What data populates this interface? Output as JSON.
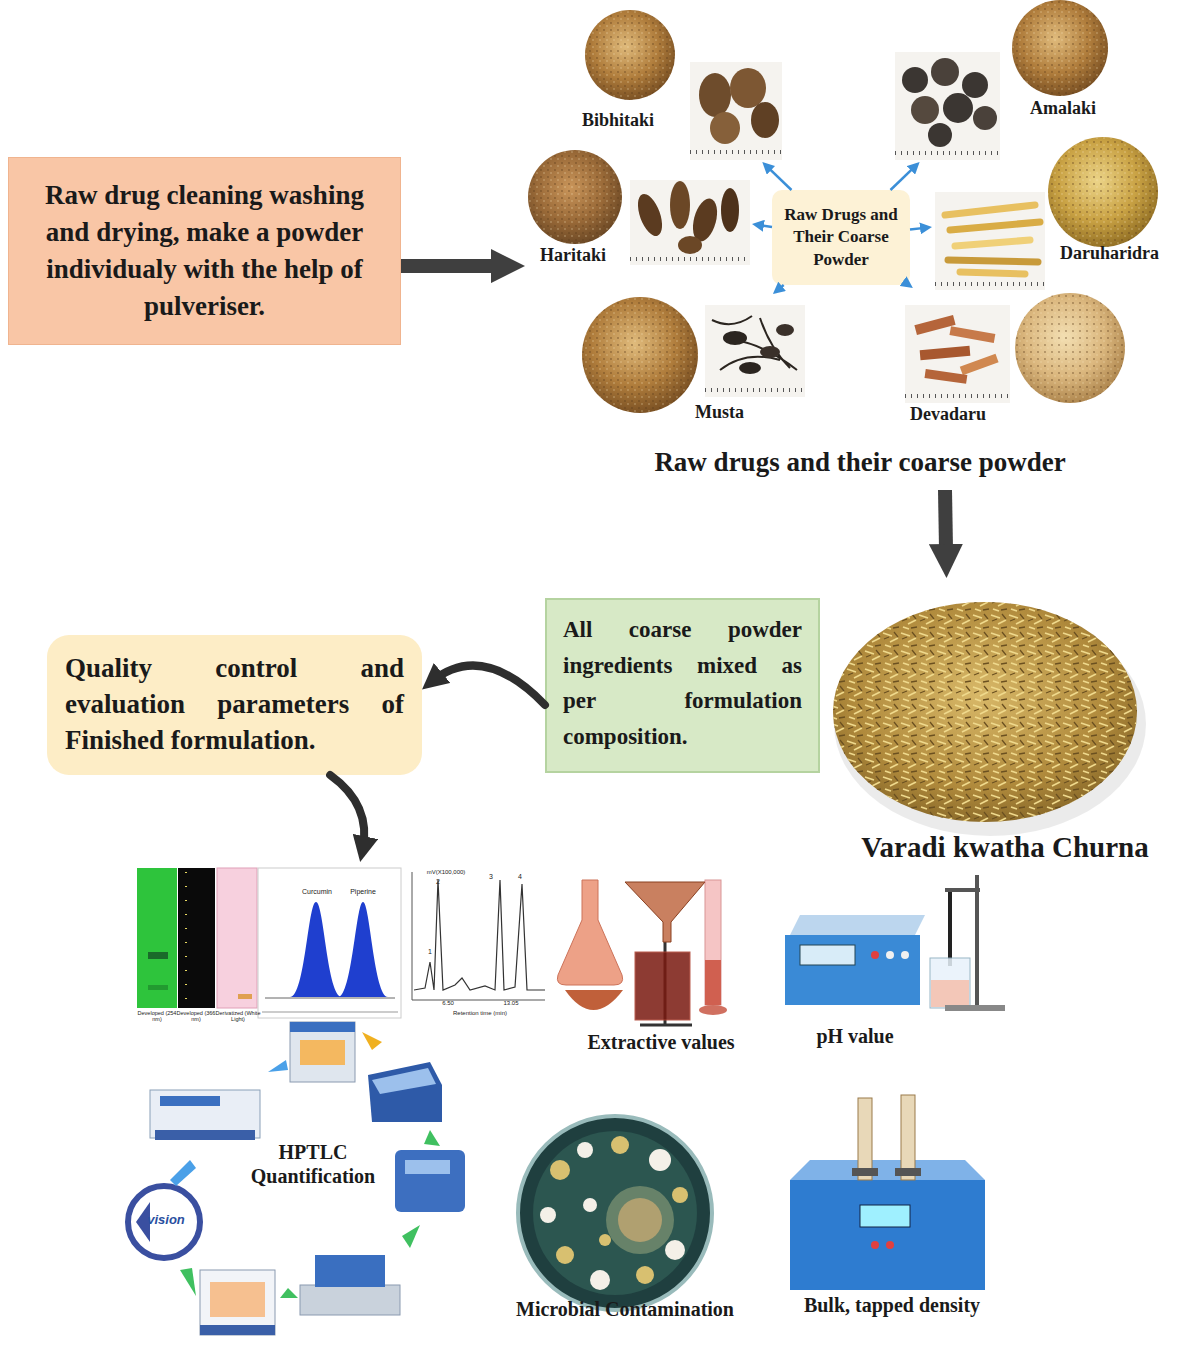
{
  "diagram": {
    "nodes": [
      {
        "text": [
          "Raw drug cleaning washing and drying, make a powder individualy with the help of pulveriser."
        ]
      },
      {
        "text": [
          "Raw drugs and their coarse powder"
        ]
      },
      {
        "text": [
          "Raw Drugs and Their Coarse Powder"
        ],
        "in": 1
      },
      {
        "text": [
          "Bibhitaki"
        ],
        "in": 1
      },
      {
        "text": [
          "Amalaki"
        ],
        "in": 1
      },
      {
        "text": [
          "Haritaki"
        ],
        "in": 1
      },
      {
        "text": [
          "Daruharidra"
        ],
        "in": 1
      },
      {
        "text": [
          "Musta"
        ],
        "in": 1
      },
      {
        "text": [
          "Devadaru"
        ],
        "in": 1
      },
      {
        "text": [
          "Varadi kwatha Churna"
        ]
      },
      {
        "text": [
          "All coarse powder ingredients mixed as per formulation composition."
        ]
      },
      {
        "text": [
          "Quality control and evaluation parameters of Finished formulation."
        ]
      },
      {
        "text": [
          "HPTLC Quantification"
        ]
      },
      {
        "text": [
          "Extractive values"
        ]
      },
      {
        "text": [
          "pH value"
        ]
      },
      {
        "text": [
          "Microbial Contamination"
        ]
      },
      {
        "text": [
          "Bulk, tapped density"
        ]
      }
    ],
    "edges": [
      {
        "from": 0,
        "to": 1,
        "arrow": "to"
      },
      {
        "from": 2,
        "to": 3,
        "arrow": "to"
      },
      {
        "from": 2,
        "to": 4,
        "arrow": "to"
      },
      {
        "from": 2,
        "to": 5,
        "arrow": "to"
      },
      {
        "from": 2,
        "to": 6,
        "arrow": "to"
      },
      {
        "from": 2,
        "to": 7,
        "arrow": "to"
      },
      {
        "from": 2,
        "to": 8,
        "arrow": "to"
      },
      {
        "from": 1,
        "to": 9,
        "arrow": "to"
      },
      {
        "from": 10,
        "to": 11,
        "arrow": "to"
      },
      {
        "from": 11,
        "to": 12,
        "arrow": "to"
      }
    ],
    "labels": [
      "Developed (254 nm)",
      "Developed (366 nm)",
      "Derivatized (White Light)",
      "Curcumin",
      "Piperine",
      "mV(X100,000)",
      "1",
      "2",
      "3",
      "4",
      "6.50",
      "13.05",
      "Retention time (min)",
      "vision"
    ]
  }
}
